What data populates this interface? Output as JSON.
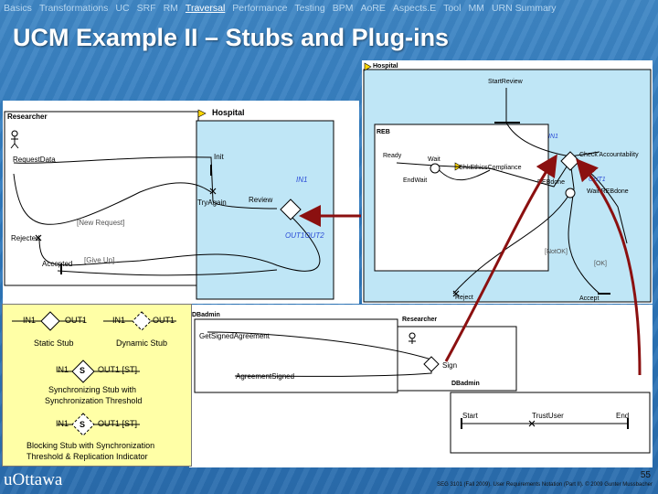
{
  "nav": [
    "Basics",
    "Transformations",
    "UC",
    "SRF",
    "RM",
    "Traversal",
    "Performance",
    "Testing",
    "BPM",
    "AoRE",
    "Aspects.E",
    "Tool",
    "MM",
    "URN Summary"
  ],
  "nav_active": "Traversal",
  "title": "UCM Example II – Stubs and Plug-ins",
  "researcher_map": {
    "actor": "Researcher",
    "hospital": "Hospital",
    "request": "RequestData",
    "init": "Init",
    "try_again": "TryAgain",
    "review": "Review",
    "in1": "IN1",
    "out": "OUT1OUT2",
    "new_request": "[New Request]",
    "rejected": "Rejected",
    "accepted": "Accepted",
    "give_up": "[Give Up]"
  },
  "hospital_map": {
    "hospital": "Hospital",
    "start_review": "StartReview",
    "reb": "REB",
    "ready": "Ready",
    "wait": "Wait",
    "chk_ethics": "ChkEthicsCompliance",
    "end_wait": "EndWait",
    "check_acc": "Check Accountability",
    "out1": "OUT1",
    "reb_done": "REBdone",
    "wait_reb": "Wait REBdone",
    "not_ok": "[NotOK]",
    "ok": "[OK]",
    "reject": "Reject",
    "accept": "Accept",
    "in1": "IN1"
  },
  "legend": {
    "in1": "IN1",
    "out1": "OUT1",
    "static": "Static Stub",
    "dynamic": "Dynamic Stub",
    "sync_in": "IN1",
    "sync_out": "OUT1 [ST]",
    "sync_label1": "Synchronizing Stub with",
    "sync_label2": "Synchronization Threshold",
    "block_in": "IN1",
    "block_out": "OUT1 [ST]",
    "block_label1": "Blocking Stub with Synchronization",
    "block_label2": "Threshold & Replication Indicator",
    "s": "S",
    "sb": "S"
  },
  "dbadmin_map": {
    "dbadmin": "DBadmin",
    "get": "GetSignedAgreement",
    "signed": "AgreementSigned",
    "researcher": "Researcher",
    "sign": "Sign",
    "dbadmin2": "DBadmin",
    "start": "Start",
    "trust": "TrustUser",
    "end": "End"
  },
  "footer": {
    "logo": "uOttawa",
    "page": "55",
    "credit": "SEG 3101 (Fall 2009). User Requirements Notation (Part II). © 2009 Gunter Mussbacher"
  },
  "colors": {
    "accent": "#8b1010",
    "stub_blue": "#bfe6f6",
    "note": "#ffffa6"
  }
}
